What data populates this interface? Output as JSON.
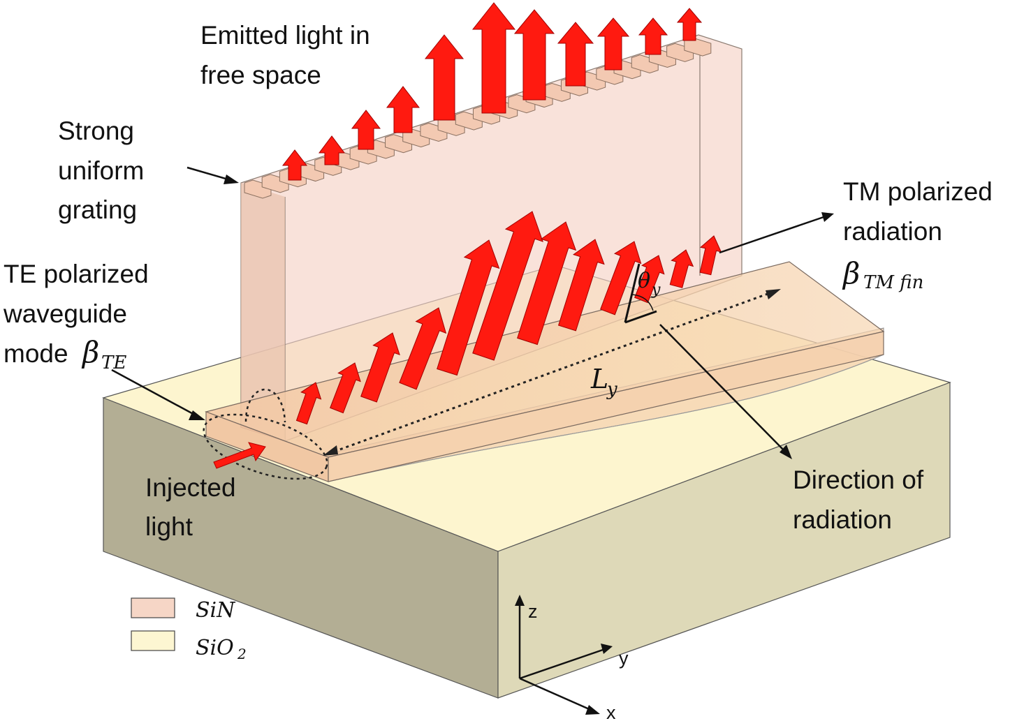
{
  "labels": {
    "emitted_1": "Emitted light in",
    "emitted_2": "free space",
    "grating_1": "Strong",
    "grating_2": "uniform",
    "grating_3": "grating",
    "tm_1": "TM polarized",
    "tm_2": "radiation",
    "tm_beta": "β",
    "tm_sub": "TM fin",
    "te_1": "TE polarized",
    "te_2": "waveguide",
    "te_3": "mode ",
    "te_beta": "β",
    "te_sub": "TE",
    "theta": "θ",
    "theta_sub": "y",
    "length": "L",
    "length_sub": "y",
    "injected_1": "Injected",
    "injected_2": "light",
    "direction_1": "Direction of",
    "direction_2": "radiation"
  },
  "legend": {
    "sin": "SiN",
    "sio2_base": "SiO",
    "sio2_sub": "2"
  },
  "axes": {
    "z": "z",
    "y": "y",
    "x": "x"
  },
  "colors": {
    "sin": "#f6d6c6",
    "sio2": "#fdf6d2",
    "substrate_side": "#b3ae94",
    "arrow": "#ff1a10"
  }
}
